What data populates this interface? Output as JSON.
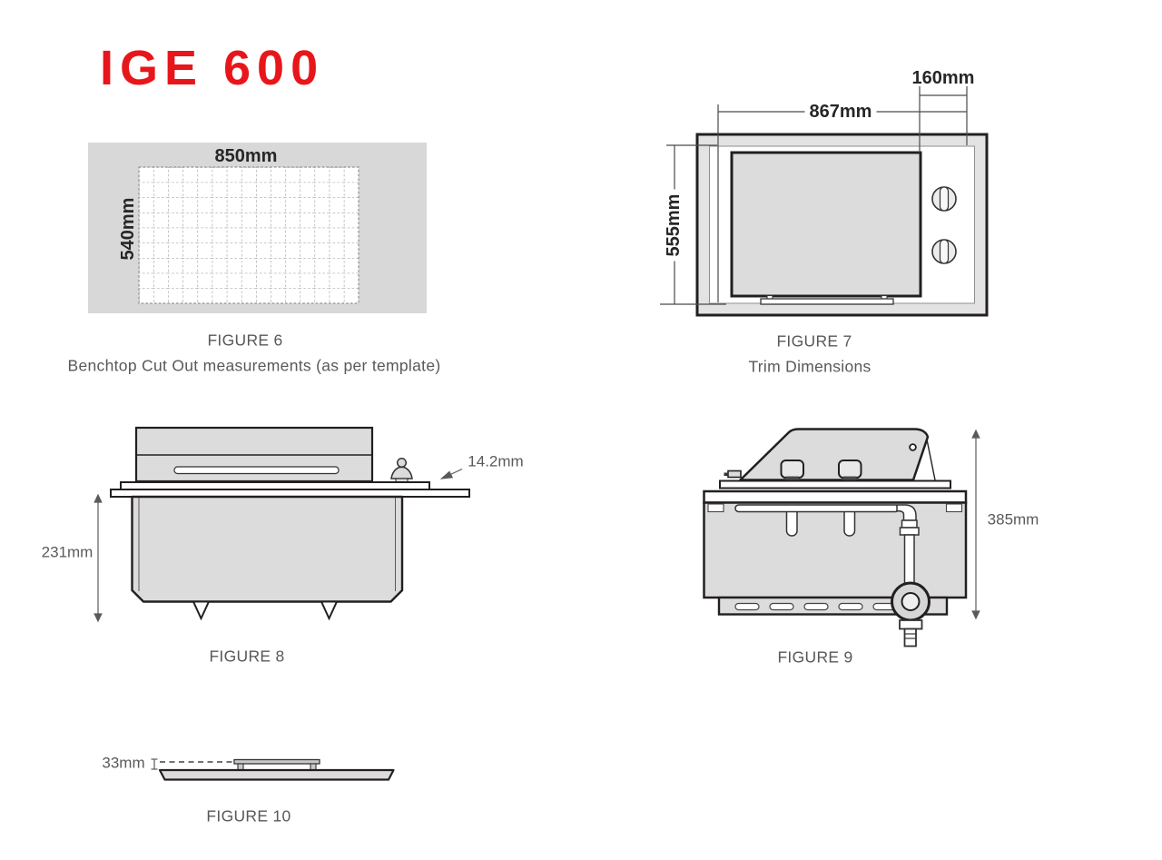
{
  "page": {
    "title": "IGE 600",
    "background": "#ffffff"
  },
  "colors": {
    "title_red": "#e8161a",
    "caption_gray": "#58595b",
    "dim_label_dark": "#262626",
    "dim_label_gray": "#595a5c",
    "outline": "#231f20",
    "panel_fill": "#d8d8d8",
    "body_fill": "#dcdcdc"
  },
  "figures": {
    "fig6": {
      "title": "FIGURE 6",
      "caption": "Benchtop Cut Out measurements (as per template)",
      "width_label": "850mm",
      "height_label": "540mm"
    },
    "fig7": {
      "title": "FIGURE 7",
      "caption": "Trim Dimensions",
      "width_label": "867mm",
      "trim_label": "160mm",
      "height_label": "555mm"
    },
    "fig8": {
      "title": "FIGURE 8",
      "height_label": "231mm",
      "trim_thickness_label": "14.2mm"
    },
    "fig9": {
      "title": "FIGURE 9",
      "height_label": "385mm"
    },
    "fig10": {
      "title": "FIGURE 10",
      "height_label": "33mm"
    }
  }
}
